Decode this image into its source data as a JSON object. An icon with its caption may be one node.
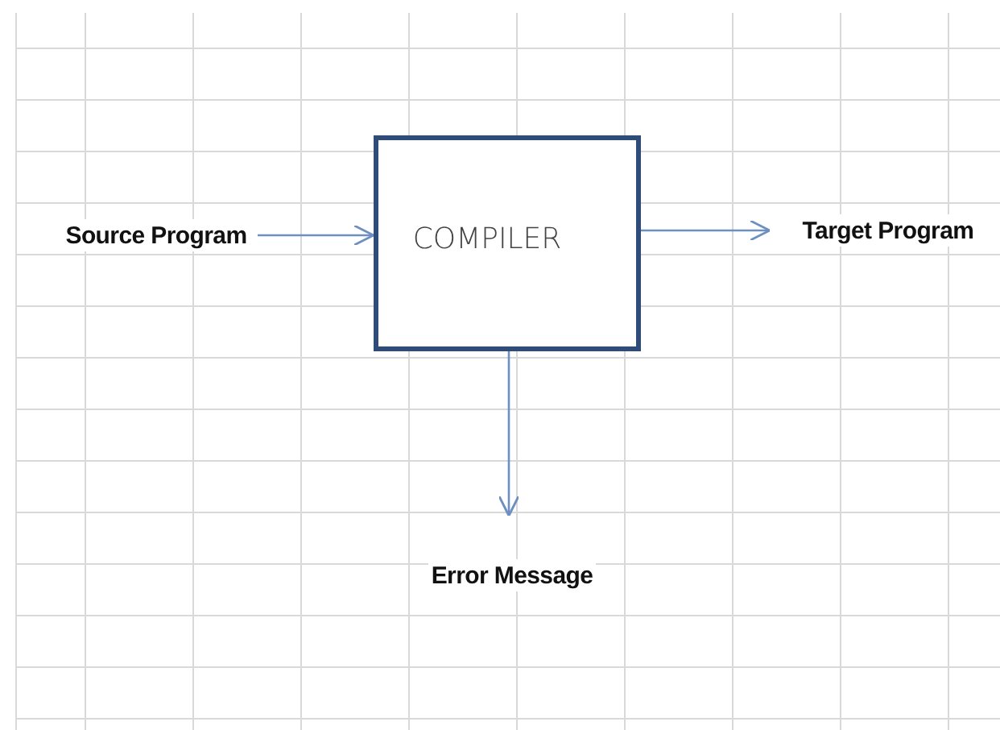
{
  "diagram": {
    "nodes": [
      {
        "text": [
          "Source Program"
        ]
      },
      {
        "text": [
          "COMPILER"
        ]
      },
      {
        "text": [
          "Target Program"
        ]
      },
      {
        "text": [
          "Error Message"
        ]
      }
    ],
    "edges": [
      {
        "from": 0,
        "to": 1,
        "arrow": "to"
      },
      {
        "from": 1,
        "to": 2,
        "arrow": "to"
      },
      {
        "from": 1,
        "to": 3,
        "arrow": "to"
      }
    ]
  }
}
